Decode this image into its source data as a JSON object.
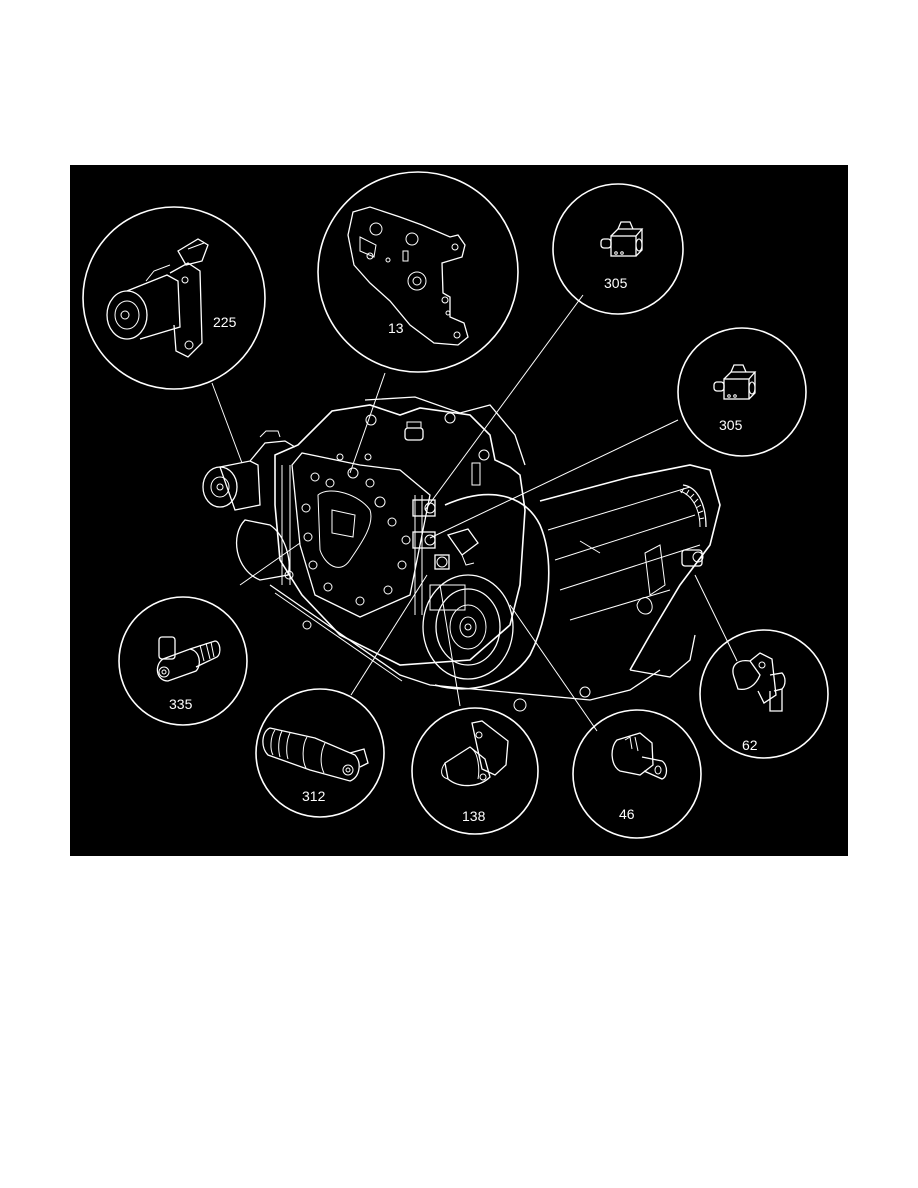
{
  "page": {
    "background": "#ffffff",
    "figure_background": "#000000",
    "line_color": "#ffffff"
  },
  "figure": {
    "subject": "automatic transaxle with valve body, solenoids and sensors",
    "callouts": [
      {
        "id": "c225",
        "label": "225",
        "part": "actuator-motor-assembly"
      },
      {
        "id": "c13",
        "label": "13",
        "part": "valve-body-plate-bracket"
      },
      {
        "id": "c305a",
        "label": "305",
        "part": "shift-solenoid-upper"
      },
      {
        "id": "c305b",
        "label": "305",
        "part": "shift-solenoid-lower"
      },
      {
        "id": "c335",
        "label": "335",
        "part": "pressure-control-solenoid"
      },
      {
        "id": "c312",
        "label": "312",
        "part": "pwm-solenoid"
      },
      {
        "id": "c138",
        "label": "138",
        "part": "speed-sensor-flanged"
      },
      {
        "id": "c46",
        "label": "46",
        "part": "speed-sensor-tab"
      },
      {
        "id": "c62",
        "label": "62",
        "part": "output-speed-sensor"
      }
    ]
  }
}
